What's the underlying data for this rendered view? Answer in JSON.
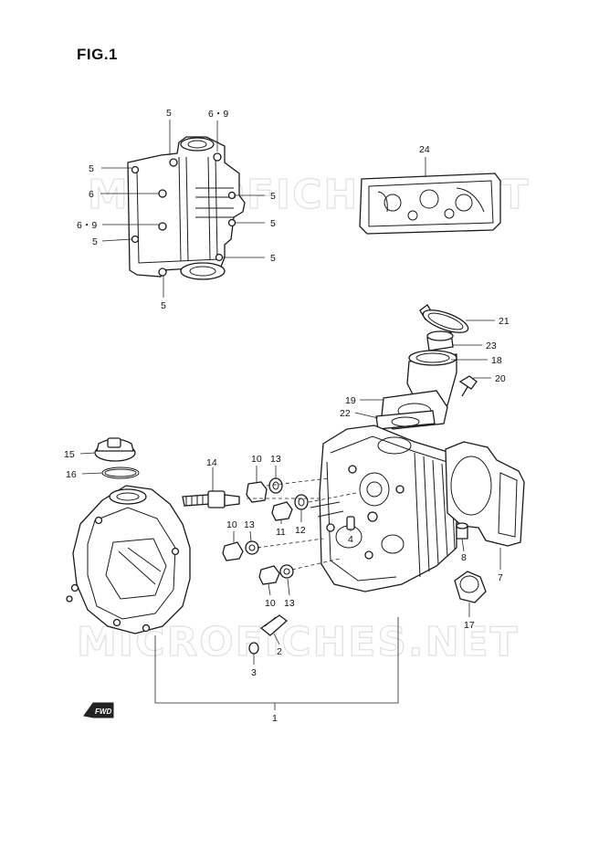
{
  "figure": {
    "title": "FIG.1"
  },
  "watermark": {
    "text": "MICROFICHES.NET"
  },
  "fwd_arrow": {
    "label": "FWD"
  },
  "callouts": [
    {
      "id": "c-5a",
      "label": "5"
    },
    {
      "id": "c-69a",
      "label": "6・9"
    },
    {
      "id": "c-5b",
      "label": "5"
    },
    {
      "id": "c-6",
      "label": "6"
    },
    {
      "id": "c-5c",
      "label": "5"
    },
    {
      "id": "c-69b",
      "label": "6・9"
    },
    {
      "id": "c-5d",
      "label": "5"
    },
    {
      "id": "c-5e",
      "label": "5"
    },
    {
      "id": "c-5f",
      "label": "5"
    },
    {
      "id": "c-5g",
      "label": "5"
    },
    {
      "id": "c-24",
      "label": "24"
    },
    {
      "id": "c-21",
      "label": "21"
    },
    {
      "id": "c-23",
      "label": "23"
    },
    {
      "id": "c-18",
      "label": "18"
    },
    {
      "id": "c-20",
      "label": "20"
    },
    {
      "id": "c-19",
      "label": "19"
    },
    {
      "id": "c-22",
      "label": "22"
    },
    {
      "id": "c-15",
      "label": "15"
    },
    {
      "id": "c-16",
      "label": "16"
    },
    {
      "id": "c-14",
      "label": "14"
    },
    {
      "id": "c-10a",
      "label": "10"
    },
    {
      "id": "c-13a",
      "label": "13"
    },
    {
      "id": "c-10b",
      "label": "10"
    },
    {
      "id": "c-13b",
      "label": "13"
    },
    {
      "id": "c-11",
      "label": "11"
    },
    {
      "id": "c-12",
      "label": "12"
    },
    {
      "id": "c-4",
      "label": "4"
    },
    {
      "id": "c-8",
      "label": "8"
    },
    {
      "id": "c-7",
      "label": "7"
    },
    {
      "id": "c-10c",
      "label": "10"
    },
    {
      "id": "c-13c",
      "label": "13"
    },
    {
      "id": "c-17",
      "label": "17"
    },
    {
      "id": "c-2",
      "label": "2"
    },
    {
      "id": "c-3",
      "label": "3"
    },
    {
      "id": "c-1",
      "label": "1"
    }
  ]
}
